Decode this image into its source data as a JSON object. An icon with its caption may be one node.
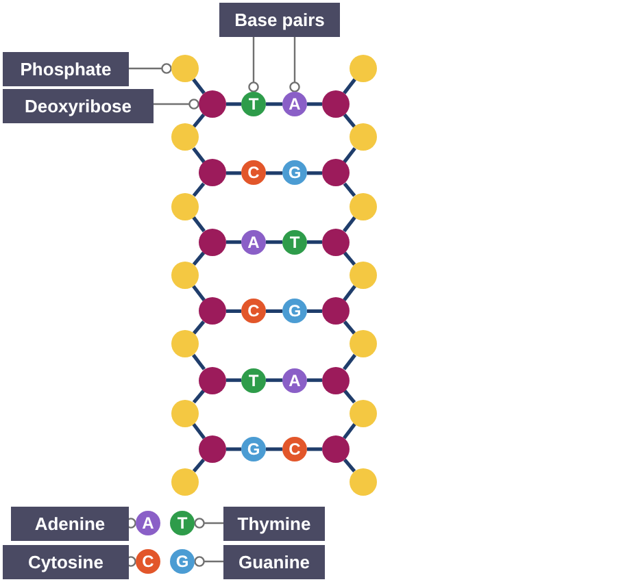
{
  "diagram": {
    "nodes": [
      {
        "text": [
          "Base pairs"
        ]
      },
      {
        "text": [
          "Phosphate"
        ]
      },
      {
        "text": [
          "Deoxyribose"
        ]
      },
      {
        "text": [],
        "shape": "circle"
      },
      {
        "text": [],
        "shape": "circle"
      },
      {
        "text": [],
        "shape": "circle"
      },
      {
        "text": [
          "T"
        ]
      },
      {
        "text": [
          "A"
        ]
      },
      {
        "text": [],
        "shape": "circle"
      },
      {
        "text": [],
        "shape": "circle"
      },
      {
        "text": [],
        "shape": "circle"
      },
      {
        "text": [],
        "shape": "circle"
      },
      {
        "text": [
          "C"
        ]
      },
      {
        "text": [
          "G"
        ]
      },
      {
        "text": [],
        "shape": "circle"
      },
      {
        "text": [],
        "shape": "circle"
      },
      {
        "text": [],
        "shape": "circle"
      },
      {
        "text": [],
        "shape": "circle"
      },
      {
        "text": [
          "A"
        ]
      },
      {
        "text": [
          "T"
        ]
      },
      {
        "text": [],
        "shape": "circle"
      },
      {
        "text": [],
        "shape": "circle"
      },
      {
        "text": [],
        "shape": "circle"
      },
      {
        "text": [],
        "shape": "circle"
      },
      {
        "text": [
          "C"
        ]
      },
      {
        "text": [
          "G"
        ]
      },
      {
        "text": [],
        "shape": "circle"
      },
      {
        "text": [],
        "shape": "circle"
      },
      {
        "text": [],
        "shape": "circle"
      },
      {
        "text": [],
        "shape": "circle"
      },
      {
        "text": [
          "T"
        ]
      },
      {
        "text": [
          "A"
        ]
      },
      {
        "text": [],
        "shape": "circle"
      },
      {
        "text": [],
        "shape": "circle"
      },
      {
        "text": [],
        "shape": "circle"
      },
      {
        "text": [],
        "shape": "circle"
      },
      {
        "text": [
          "G"
        ]
      },
      {
        "text": [
          "C"
        ]
      },
      {
        "text": [],
        "shape": "circle"
      },
      {
        "text": [],
        "shape": "circle"
      },
      {
        "text": [],
        "shape": "circle"
      },
      {
        "text": [
          "Adenine"
        ]
      },
      {
        "text": [
          "A"
        ]
      },
      {
        "text": [
          "T"
        ]
      },
      {
        "text": [
          "Thymine"
        ]
      },
      {
        "text": [
          "Cytosine"
        ]
      },
      {
        "text": [
          "C"
        ]
      },
      {
        "text": [
          "G"
        ]
      },
      {
        "text": [
          "Guanine"
        ]
      }
    ],
    "edges": [
      {
        "from": 3,
        "to": 5,
        "arrow": "none"
      },
      {
        "from": 5,
        "to": 9,
        "arrow": "none"
      },
      {
        "from": 4,
        "to": 8,
        "arrow": "none"
      },
      {
        "from": 8,
        "to": 10,
        "arrow": "none"
      },
      {
        "from": 5,
        "to": 6,
        "arrow": "none"
      },
      {
        "from": 6,
        "to": 7,
        "arrow": "none"
      },
      {
        "from": 7,
        "to": 8,
        "arrow": "none"
      },
      {
        "from": 9,
        "to": 11,
        "arrow": "none"
      },
      {
        "from": 11,
        "to": 15,
        "arrow": "none"
      },
      {
        "from": 10,
        "to": 14,
        "arrow": "none"
      },
      {
        "from": 14,
        "to": 16,
        "arrow": "none"
      },
      {
        "from": 11,
        "to": 12,
        "arrow": "none"
      },
      {
        "from": 12,
        "to": 13,
        "arrow": "none"
      },
      {
        "from": 13,
        "to": 14,
        "arrow": "none"
      },
      {
        "from": 15,
        "to": 17,
        "arrow": "none"
      },
      {
        "from": 17,
        "to": 21,
        "arrow": "none"
      },
      {
        "from": 16,
        "to": 20,
        "arrow": "none"
      },
      {
        "from": 20,
        "to": 22,
        "arrow": "none"
      },
      {
        "from": 17,
        "to": 18,
        "arrow": "none"
      },
      {
        "from": 18,
        "to": 19,
        "arrow": "none"
      },
      {
        "from": 19,
        "to": 20,
        "arrow": "none"
      },
      {
        "from": 21,
        "to": 23,
        "arrow": "none"
      },
      {
        "from": 23,
        "to": 27,
        "arrow": "none"
      },
      {
        "from": 22,
        "to": 26,
        "arrow": "none"
      },
      {
        "from": 26,
        "to": 28,
        "arrow": "none"
      },
      {
        "from": 23,
        "to": 24,
        "arrow": "none"
      },
      {
        "from": 24,
        "to": 25,
        "arrow": "none"
      },
      {
        "from": 25,
        "to": 26,
        "arrow": "none"
      },
      {
        "from": 27,
        "to": 29,
        "arrow": "none"
      },
      {
        "from": 29,
        "to": 33,
        "arrow": "none"
      },
      {
        "from": 28,
        "to": 32,
        "arrow": "none"
      },
      {
        "from": 32,
        "to": 34,
        "arrow": "none"
      },
      {
        "from": 29,
        "to": 30,
        "arrow": "none"
      },
      {
        "from": 30,
        "to": 31,
        "arrow": "none"
      },
      {
        "from": 31,
        "to": 32,
        "arrow": "none"
      },
      {
        "from": 33,
        "to": 35,
        "arrow": "none"
      },
      {
        "from": 35,
        "to": 39,
        "arrow": "none"
      },
      {
        "from": 34,
        "to": 38,
        "arrow": "none"
      },
      {
        "from": 38,
        "to": 40,
        "arrow": "none"
      },
      {
        "from": 35,
        "to": 36,
        "arrow": "none"
      },
      {
        "from": 36,
        "to": 37,
        "arrow": "none"
      },
      {
        "from": 37,
        "to": 38,
        "arrow": "none"
      },
      {
        "from": 1,
        "to": 3,
        "arrow": "other",
        "color": "#707070"
      },
      {
        "from": 2,
        "to": 5,
        "arrow": "other",
        "color": "#707070"
      },
      {
        "from": 0,
        "to": 6,
        "arrow": "other",
        "color": "#707070"
      },
      {
        "from": 0,
        "to": 7,
        "arrow": "other",
        "color": "#707070"
      },
      {
        "from": 41,
        "to": 42,
        "arrow": "other",
        "color": "#707070"
      },
      {
        "from": 44,
        "to": 43,
        "arrow": "other",
        "color": "#707070"
      },
      {
        "from": 45,
        "to": 46,
        "arrow": "other",
        "color": "#707070"
      },
      {
        "from": 48,
        "to": 47,
        "arrow": "other",
        "color": "#707070"
      }
    ]
  }
}
